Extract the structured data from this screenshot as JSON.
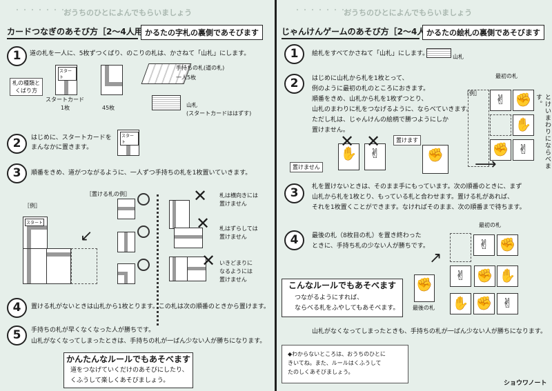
{
  "left": {
    "header": "おうちのひとによんでもらいましょう",
    "dots": "・・・・・・・・",
    "title": "カードつなぎのあそび方［2〜4人用］",
    "note": "かるたの字札の裏側であそびます",
    "steps": [
      {
        "num": "1",
        "text": "道の札を一人に、5枚ずつくばり、のこりの札は、かさねて「山札」にします。"
      },
      {
        "num": "2",
        "text": "はじめに、スタートカードを\nまんなかに置きます。"
      },
      {
        "num": "3",
        "text": "順番をきめ、道がつながるように、一人ずつ手持ちの札を1枚置いていきます。"
      },
      {
        "num": "4",
        "text": "置ける札がないときは山札から1枚とります。この札は次の順番のときから置けます。"
      },
      {
        "num": "5",
        "text": "手持ちの札が早くなくなった人が勝ちです。\n山札がなくなってしまったときは、手持ちの札が一ばん少ない人が勝ちになります。"
      }
    ],
    "labels": {
      "card_types": "札の種類と\nくばり方",
      "start_card": "スタートカード",
      "start_count": "1枚",
      "road_count": "45枚",
      "hand_cards": "手持ちの札(道の札)\n一人5枚",
      "yamafuda": "山札",
      "yamafuda_note": "(スタートカードははずす)",
      "start": "スタート",
      "example": "［例］",
      "placeable": "［置ける札の例］",
      "cannot1": "札は横向きには\n置けません",
      "cannot2": "札はずらしては\n置けません",
      "cannot3": "いきどまりに\nなるようには\n置けません"
    },
    "rule_box": {
      "title": "かんたんなルールでもあそべます",
      "text": "道をつなげていくだけのあそびにしたり、\nくふうして楽しくあそびましょう。"
    }
  },
  "right": {
    "header": "おうちのひとによんでもらいましょう",
    "dots": "・・・・・・・・",
    "title": "じゃんけんゲームのあそび方［2〜4人用］",
    "note": "かるたの絵札の裏側であそびます",
    "steps": [
      {
        "num": "1",
        "text": "絵札をすべてかさねて「山札」にします。"
      },
      {
        "num": "2",
        "text": "はじめに山札から札を1枚とって、\n例のように最初の札のところにおきます。\n順番をきめ、山札から札を1枚ずつとり、\n山札のまわりに札をつなげるように、ならべていきます。\nただし札は、じゃんけんの絵柄で勝つようにしか\n置けません。"
      },
      {
        "num": "3",
        "text": "札を置けないときは、そのまま手にもっています。次の順番のときに、まず\n山札から札を1枚とり、もっている札と合わせます。置ける札があれば、\nそれを1枚置くことができます。なければそのまま、次の順番まで待ちます。"
      },
      {
        "num": "4",
        "text": "最後の札（8枚目の札）を置き終わった\nときに、手持ち札の少ない人が勝ちです。"
      }
    ],
    "labels": {
      "yamafuda": "山札",
      "example": "［例］",
      "first_card": "最初の札",
      "cannot_place": "置けません",
      "can_place": "置けます",
      "clockwise": "とけいまわりにならべます。",
      "last_card": "最後の札",
      "first_card2": "最初の札"
    },
    "rule_box": {
      "title": "こんなルールでもあそべます",
      "text": "つながるようにすれば、\nならべる札をふやしてもあそべます。"
    },
    "end_text": "山札がなくなってしまったときも、手持ちの札が一ばん少ない人が勝ちになります。",
    "footer": "◆わからないところは、おうちのひとに\nきいてね。また、ルールはくふうして\nたのしくあそびましょう。",
    "logo": "ショウワノート"
  }
}
